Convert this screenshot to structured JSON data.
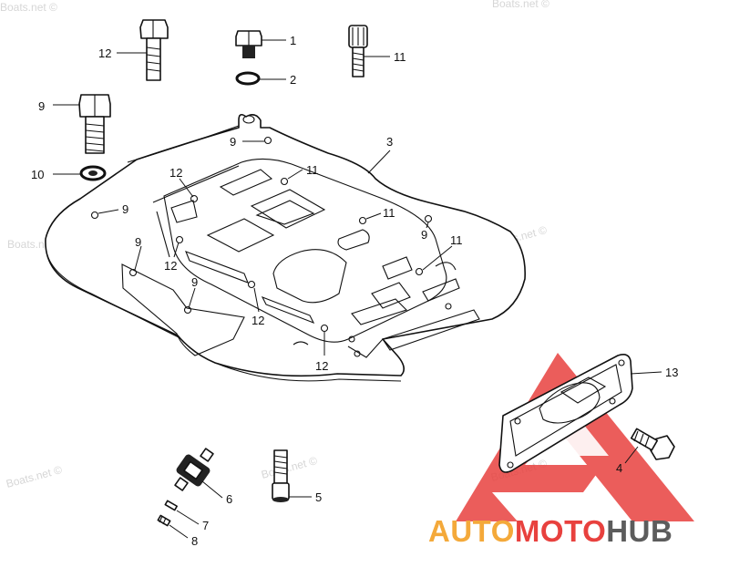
{
  "watermark": "Boats.net ©",
  "callouts": {
    "c1": "1",
    "c2": "2",
    "c3": "3",
    "c4": "4",
    "c5": "5",
    "c6": "6",
    "c7": "7",
    "c8": "8",
    "c9": "9",
    "c10": "10",
    "c11": "11",
    "c12": "12",
    "c13": "13"
  },
  "logo": {
    "part1": "AUTO",
    "part2": "MOTO",
    "part3": "HUB"
  },
  "colors": {
    "logo_red": "#e8413e",
    "logo_orange": "#f4a93a",
    "logo_gray": "#5c5c5c",
    "watermark": "#d6d6d6"
  }
}
